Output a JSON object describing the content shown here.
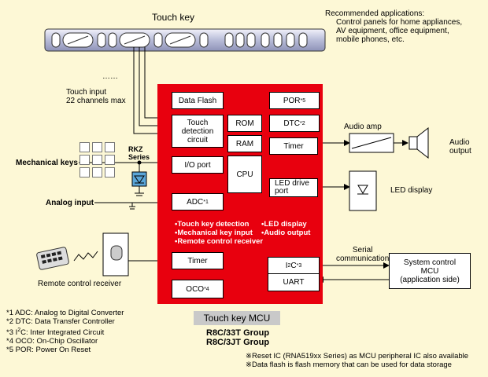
{
  "touch_key": {
    "title": "Touch key",
    "dots": "……"
  },
  "recommended": {
    "title": "Recommended applications:",
    "lines": [
      "Control panels for home appliances,",
      "AV equipment, office equipment,",
      "mobile phones, etc."
    ]
  },
  "touch_input": {
    "line1": "Touch input",
    "line2": "22 channels max"
  },
  "mechanical_keys": {
    "label": "Mechanical keys"
  },
  "rkz": {
    "line1": "RKZ",
    "line2": "Series"
  },
  "analog_input": {
    "label": "Analog input"
  },
  "remote": {
    "label": "Remote control receiver"
  },
  "mcu_blocks": {
    "data_flash": "Data Flash",
    "por": "POR",
    "por_sup": "*5",
    "touch_detection": [
      "Touch",
      "detection",
      "circuit"
    ],
    "rom": "ROM",
    "dtc": "DTC",
    "dtc_sup": "*2",
    "ram": "RAM",
    "timer_right": "Timer",
    "io_port": "I/O port",
    "cpu": "CPU",
    "led_drive": [
      "LED drive",
      "port"
    ],
    "adc": "ADC",
    "adc_sup": "*1",
    "timer_left": "Timer",
    "i2c_pre": "I",
    "i2c_sup": "2",
    "i2c_post": "C",
    "i2c_note": "*3",
    "uart": "UART",
    "oco": "OCO",
    "oco_sup": "*4"
  },
  "features": [
    "•Touch key detection",
    "•LED display",
    "•Mechanical key input",
    "•Audio output",
    "•Remote control receiver"
  ],
  "audio": {
    "amp": "Audio amp",
    "output": [
      "Audio",
      "output"
    ]
  },
  "led_display": {
    "label": "LED display"
  },
  "serial": {
    "line1": "Serial",
    "line2": "communication"
  },
  "system_mcu": {
    "lines": [
      "System control",
      "MCU",
      "(application side)"
    ]
  },
  "mcu_label": "Touch key MCU",
  "groups": [
    "R8C/33T Group",
    "R8C/3JT Group"
  ],
  "footnotes": [
    "*1 ADC: Analog to Digital Converter",
    "*2 DTC: Data Transfer Controller",
    "*3 I",
    "2",
    "C: Inter Integrated Circuit",
    "*4 OCO: On-Chip Oscillator",
    "*5 POR: Power On Reset"
  ],
  "notes": [
    "※Reset IC (RNA519xx Series) as MCU peripheral IC also available",
    "※Data flash is flash memory that can be used for data storage"
  ]
}
